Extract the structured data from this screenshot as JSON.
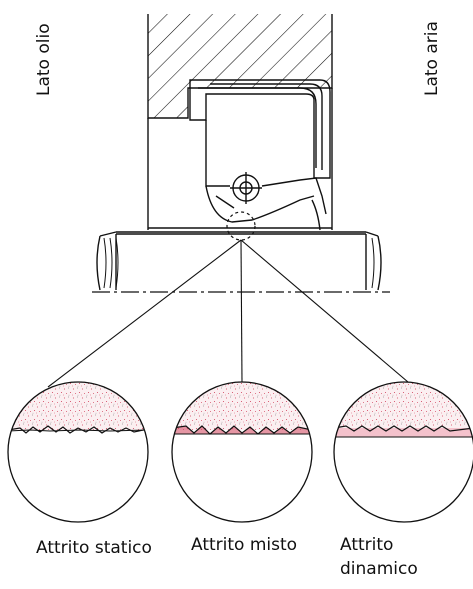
{
  "labels": {
    "oil_side": "Lato olio",
    "air_side": "Lato aria"
  },
  "captions": {
    "static_friction": "Attrito statico",
    "mixed_friction": "Attrito misto",
    "dynamic_friction_line1": "Attrito",
    "dynamic_friction_line2": "dinamico"
  },
  "colors": {
    "line": "#111111",
    "texture": "#d0405a"
  }
}
